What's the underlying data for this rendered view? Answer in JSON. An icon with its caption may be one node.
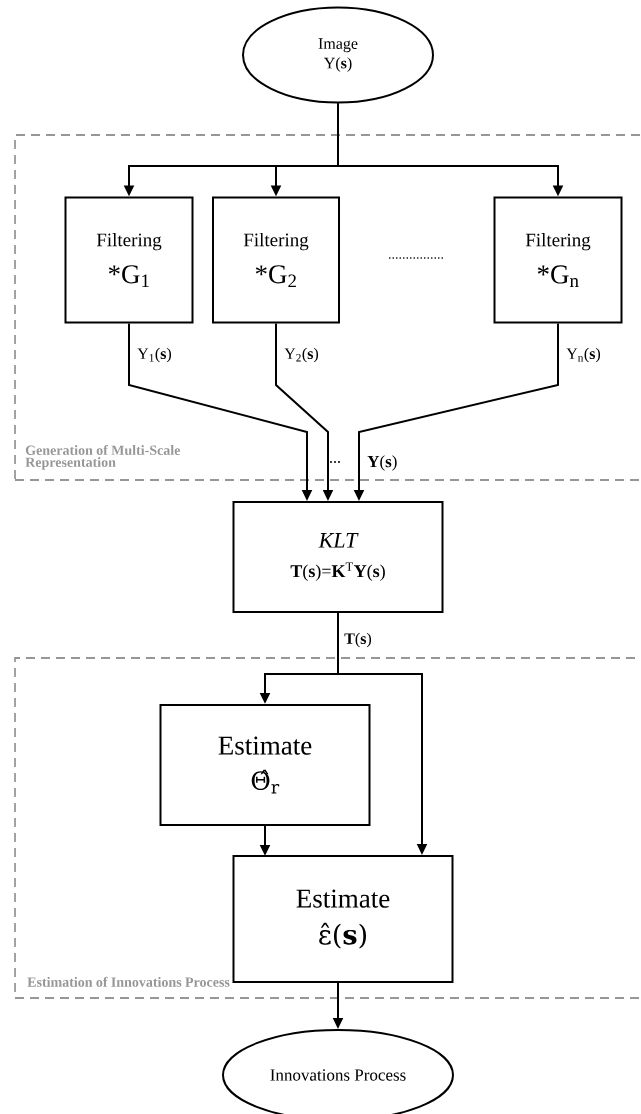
{
  "diagram": {
    "nodes": [
      {
        "text": [
          "Image",
          "Y(**s**)"
        ]
      },
      {
        "text": [
          "Generation of Multi-Scale Representation"
        ]
      },
      {
        "text": [
          "Filtering",
          "*G$_{1}$"
        ],
        "in": 1
      },
      {
        "text": [
          "Filtering",
          "*G$_{2}$"
        ],
        "in": 1
      },
      {
        "text": [
          "Filtering",
          "*G$_{n}$"
        ],
        "in": 1
      },
      {
        "text": [
          "KLT",
          "**T**(**s**)=**K**$^{T}$**Y**(**s**)"
        ]
      },
      {
        "text": [
          "Estimation of Innovations Process"
        ]
      },
      {
        "text": [
          "Estimate",
          "Θ̂$_{r}$"
        ],
        "in": 6
      },
      {
        "text": [
          "Estimate",
          "ε̂(**s**)"
        ],
        "in": 6
      },
      {
        "text": [
          "Innovations Process"
        ]
      }
    ],
    "edges": [
      {
        "from": 0,
        "to": 2,
        "arrow": "to"
      },
      {
        "from": 0,
        "to": 3,
        "arrow": "to"
      },
      {
        "from": 0,
        "to": 4,
        "arrow": "to"
      },
      {
        "from": 2,
        "to": 5,
        "arrow": "to",
        "label": "Y$_{1}$(**s**)"
      },
      {
        "from": 3,
        "to": 5,
        "arrow": "to",
        "label": "Y$_{2}$(**s**)"
      },
      {
        "from": 4,
        "to": 5,
        "arrow": "to",
        "label": "Y$_{n}$(**s**)"
      },
      {
        "from": 5,
        "to": 7,
        "arrow": "to",
        "label": "**T**(**s**)"
      },
      {
        "from": 5,
        "to": 8,
        "arrow": "to"
      },
      {
        "from": 7,
        "to": 8,
        "arrow": "to"
      },
      {
        "from": 8,
        "to": 9,
        "arrow": "to"
      }
    ],
    "labels": [
      "................",
      "...",
      "**Y**(**s**)"
    ]
  }
}
